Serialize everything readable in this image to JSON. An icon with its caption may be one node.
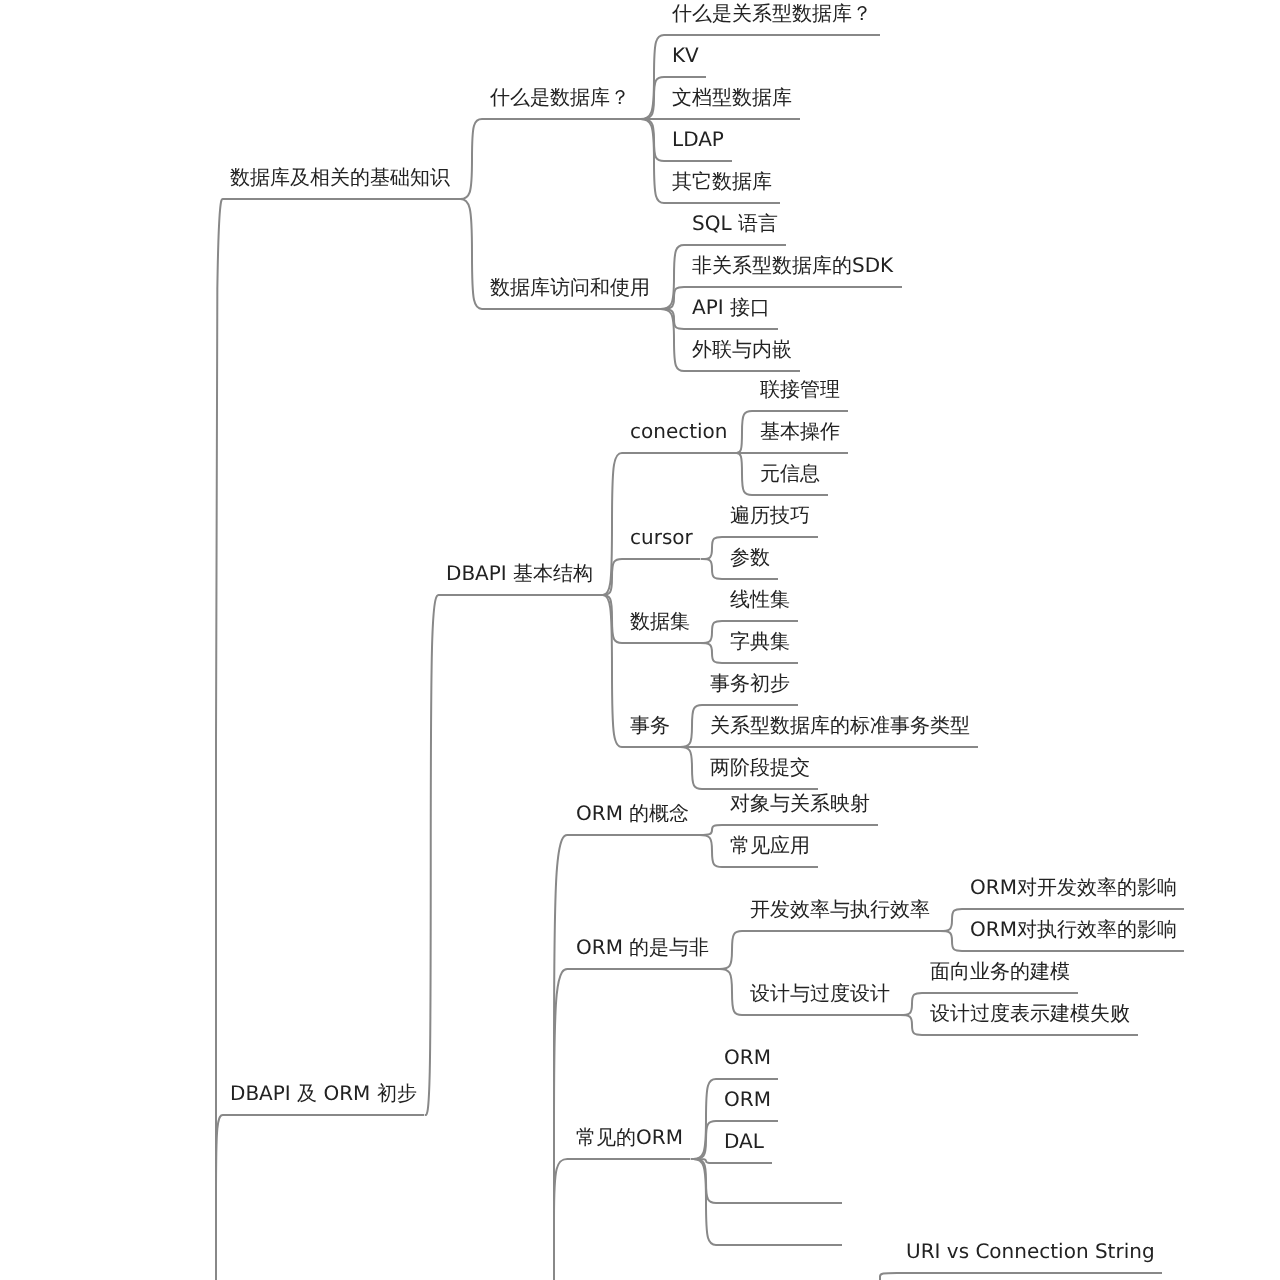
{
  "diagram": {
    "nodes": [
      {
        "text": [
          "数据库及相关的基础知识"
        ]
      },
      {
        "text": [
          "什么是数据库？"
        ]
      },
      {
        "text": [
          "什么是关系型数据库？"
        ]
      },
      {
        "text": [
          "KV"
        ]
      },
      {
        "text": [
          "文档型数据库"
        ]
      },
      {
        "text": [
          "LDAP"
        ]
      },
      {
        "text": [
          "其它数据库"
        ]
      },
      {
        "text": [
          "数据库访问和使用"
        ]
      },
      {
        "text": [
          "SQL 语言"
        ]
      },
      {
        "text": [
          "非关系型数据库的SDK"
        ]
      },
      {
        "text": [
          "API 接口"
        ]
      },
      {
        "text": [
          "外联与内嵌"
        ]
      },
      {
        "text": [
          "DBAPI 基本结构"
        ]
      },
      {
        "text": [
          "conection"
        ]
      },
      {
        "text": [
          "联接管理"
        ]
      },
      {
        "text": [
          "基本操作"
        ]
      },
      {
        "text": [
          "元信息"
        ]
      },
      {
        "text": [
          "cursor"
        ]
      },
      {
        "text": [
          "遍历技巧"
        ]
      },
      {
        "text": [
          "参数"
        ]
      },
      {
        "text": [
          "数据集"
        ]
      },
      {
        "text": [
          "线性集"
        ]
      },
      {
        "text": [
          "字典集"
        ]
      },
      {
        "text": [
          "事务"
        ]
      },
      {
        "text": [
          "事务初步"
        ]
      },
      {
        "text": [
          "关系型数据库的标准事务类型"
        ]
      },
      {
        "text": [
          "两阶段提交"
        ]
      },
      {
        "text": [
          "DBAPI 及 ORM 初步"
        ]
      },
      {
        "text": [
          "ORM 的概念"
        ]
      },
      {
        "text": [
          "对象与关系映射"
        ]
      },
      {
        "text": [
          "常见应用"
        ]
      },
      {
        "text": [
          "ORM 的是与非"
        ]
      },
      {
        "text": [
          "开发效率与执行效率"
        ]
      },
      {
        "text": [
          "ORM对开发效率的影响"
        ]
      },
      {
        "text": [
          "ORM对执行效率的影响"
        ]
      },
      {
        "text": [
          "设计与过度设计"
        ]
      },
      {
        "text": [
          "面向业务的建模"
        ]
      },
      {
        "text": [
          "设计过度表示建模失败"
        ]
      },
      {
        "text": [
          "常见的ORM"
        ]
      },
      {
        "text": [
          "ORM"
        ]
      },
      {
        "text": [
          "ORM"
        ]
      },
      {
        "text": [
          "DAL"
        ]
      },
      {
        "text": [],
        "shape": "bar"
      },
      {
        "text": [],
        "shape": "bar"
      },
      {
        "text": [
          "URI vs Connection String"
        ]
      }
    ],
    "edges": [
      {
        "from": null,
        "to": 0,
        "arrow": "none"
      },
      {
        "from": 0,
        "to": 1,
        "arrow": "none"
      },
      {
        "from": 1,
        "to": 2,
        "arrow": "none"
      },
      {
        "from": 1,
        "to": 3,
        "arrow": "none"
      },
      {
        "from": 1,
        "to": 4,
        "arrow": "none"
      },
      {
        "from": 1,
        "to": 5,
        "arrow": "none"
      },
      {
        "from": 1,
        "to": 6,
        "arrow": "none"
      },
      {
        "from": 0,
        "to": 7,
        "arrow": "none"
      },
      {
        "from": 7,
        "to": 8,
        "arrow": "none"
      },
      {
        "from": 7,
        "to": 9,
        "arrow": "none"
      },
      {
        "from": 7,
        "to": 10,
        "arrow": "none"
      },
      {
        "from": 7,
        "to": 11,
        "arrow": "none"
      },
      {
        "from": 27,
        "to": 12,
        "arrow": "none"
      },
      {
        "from": 12,
        "to": 13,
        "arrow": "none"
      },
      {
        "from": 13,
        "to": 14,
        "arrow": "none"
      },
      {
        "from": 13,
        "to": 15,
        "arrow": "none"
      },
      {
        "from": 13,
        "to": 16,
        "arrow": "none"
      },
      {
        "from": 12,
        "to": 17,
        "arrow": "none"
      },
      {
        "from": 17,
        "to": 18,
        "arrow": "none"
      },
      {
        "from": 17,
        "to": 19,
        "arrow": "none"
      },
      {
        "from": 12,
        "to": 20,
        "arrow": "none"
      },
      {
        "from": 20,
        "to": 21,
        "arrow": "none"
      },
      {
        "from": 20,
        "to": 22,
        "arrow": "none"
      },
      {
        "from": 12,
        "to": 23,
        "arrow": "none"
      },
      {
        "from": 23,
        "to": 24,
        "arrow": "none"
      },
      {
        "from": 23,
        "to": 25,
        "arrow": "none"
      },
      {
        "from": 23,
        "to": 26,
        "arrow": "none"
      },
      {
        "from": null,
        "to": 27,
        "arrow": "none"
      },
      {
        "from": null,
        "to": 28,
        "arrow": "none"
      },
      {
        "from": 28,
        "to": 29,
        "arrow": "none"
      },
      {
        "from": 28,
        "to": 30,
        "arrow": "none"
      },
      {
        "from": null,
        "to": 31,
        "arrow": "none"
      },
      {
        "from": 31,
        "to": 32,
        "arrow": "none"
      },
      {
        "from": 32,
        "to": 33,
        "arrow": "none"
      },
      {
        "from": 32,
        "to": 34,
        "arrow": "none"
      },
      {
        "from": 31,
        "to": 35,
        "arrow": "none"
      },
      {
        "from": 35,
        "to": 36,
        "arrow": "none"
      },
      {
        "from": 35,
        "to": 37,
        "arrow": "none"
      },
      {
        "from": null,
        "to": 38,
        "arrow": "none"
      },
      {
        "from": 38,
        "to": 39,
        "arrow": "none"
      },
      {
        "from": 38,
        "to": 40,
        "arrow": "none"
      },
      {
        "from": 38,
        "to": 41,
        "arrow": "none"
      },
      {
        "from": 38,
        "to": 42,
        "arrow": "none"
      },
      {
        "from": 38,
        "to": 43,
        "arrow": "none"
      },
      {
        "from": null,
        "to": 44,
        "arrow": "none"
      }
    ]
  }
}
